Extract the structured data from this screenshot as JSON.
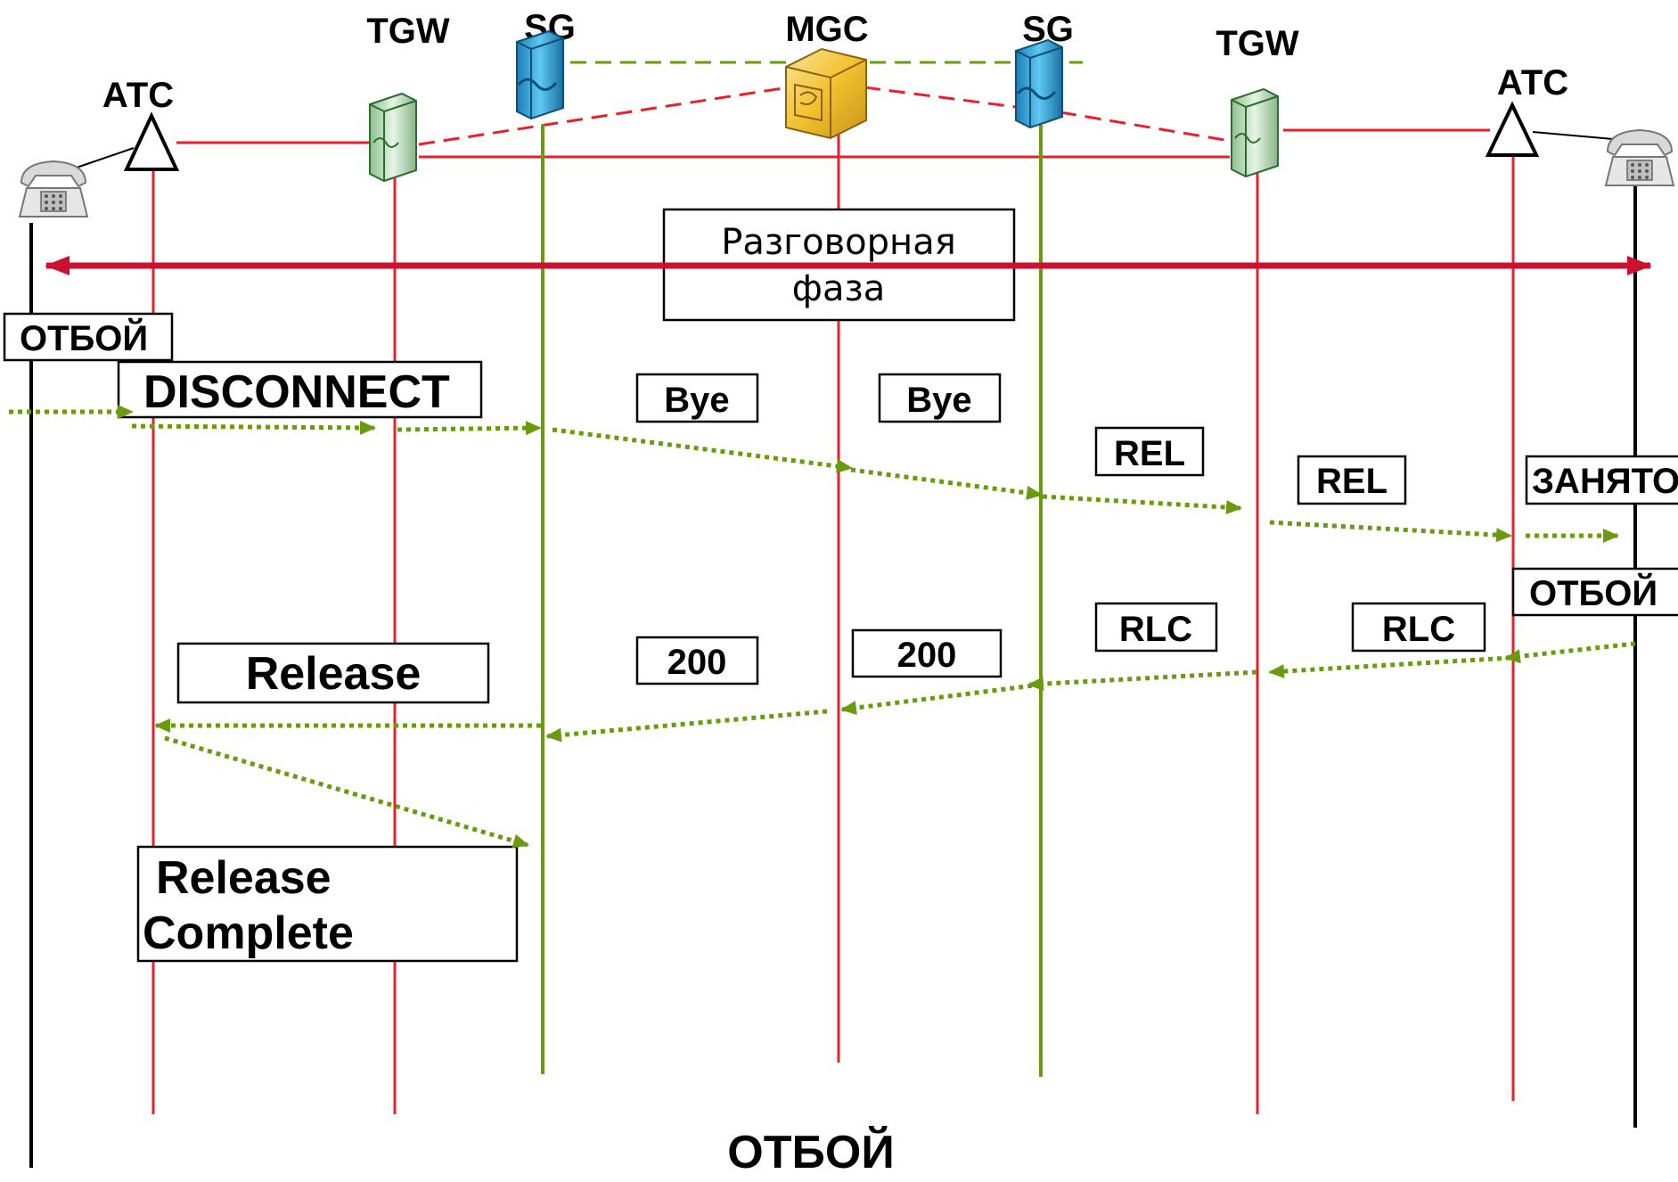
{
  "nodes": {
    "atc_left": "АТС",
    "tgw_left": "TGW",
    "sg_left": "SG",
    "mgc": "MGC",
    "sg_right": "SG",
    "tgw_right": "TGW",
    "atc_right": "АТС"
  },
  "phase": {
    "line1": "Разговорная",
    "line2": "фаза"
  },
  "messages": {
    "otboy_left": "ОТБОЙ",
    "disconnect": "DISCONNECT",
    "bye_1": "Bye",
    "bye_2": "Bye",
    "rel_1": "REL",
    "rel_2": "REL",
    "zanyato": "ЗАНЯТО",
    "otboy_right": "ОТБОЙ",
    "rlc_1": "RLC",
    "rlc_2": "RLC",
    "ok_1": "200",
    "ok_2": "200",
    "release": "Release",
    "release_complete_1": "Release",
    "release_complete_2": "Complete",
    "otboy_bottom": "ОТБОЙ"
  },
  "colors": {
    "lifeline_red": "#e8202e",
    "lifeline_green": "#6a9a10",
    "message_green": "#6a9a10",
    "phase_arrow": "#cc1030",
    "control_dashed_red": "#e8202e",
    "control_dashed_green": "#6a9a10",
    "sg_icon": "#29a8e0",
    "tgw_icon": "#bfe6bf",
    "mgc_icon": "#f2c12e"
  },
  "icons": [
    "telephone-icon",
    "atc-triangle-icon",
    "tgw-server-icon",
    "sg-server-icon",
    "mgc-device-icon"
  ]
}
